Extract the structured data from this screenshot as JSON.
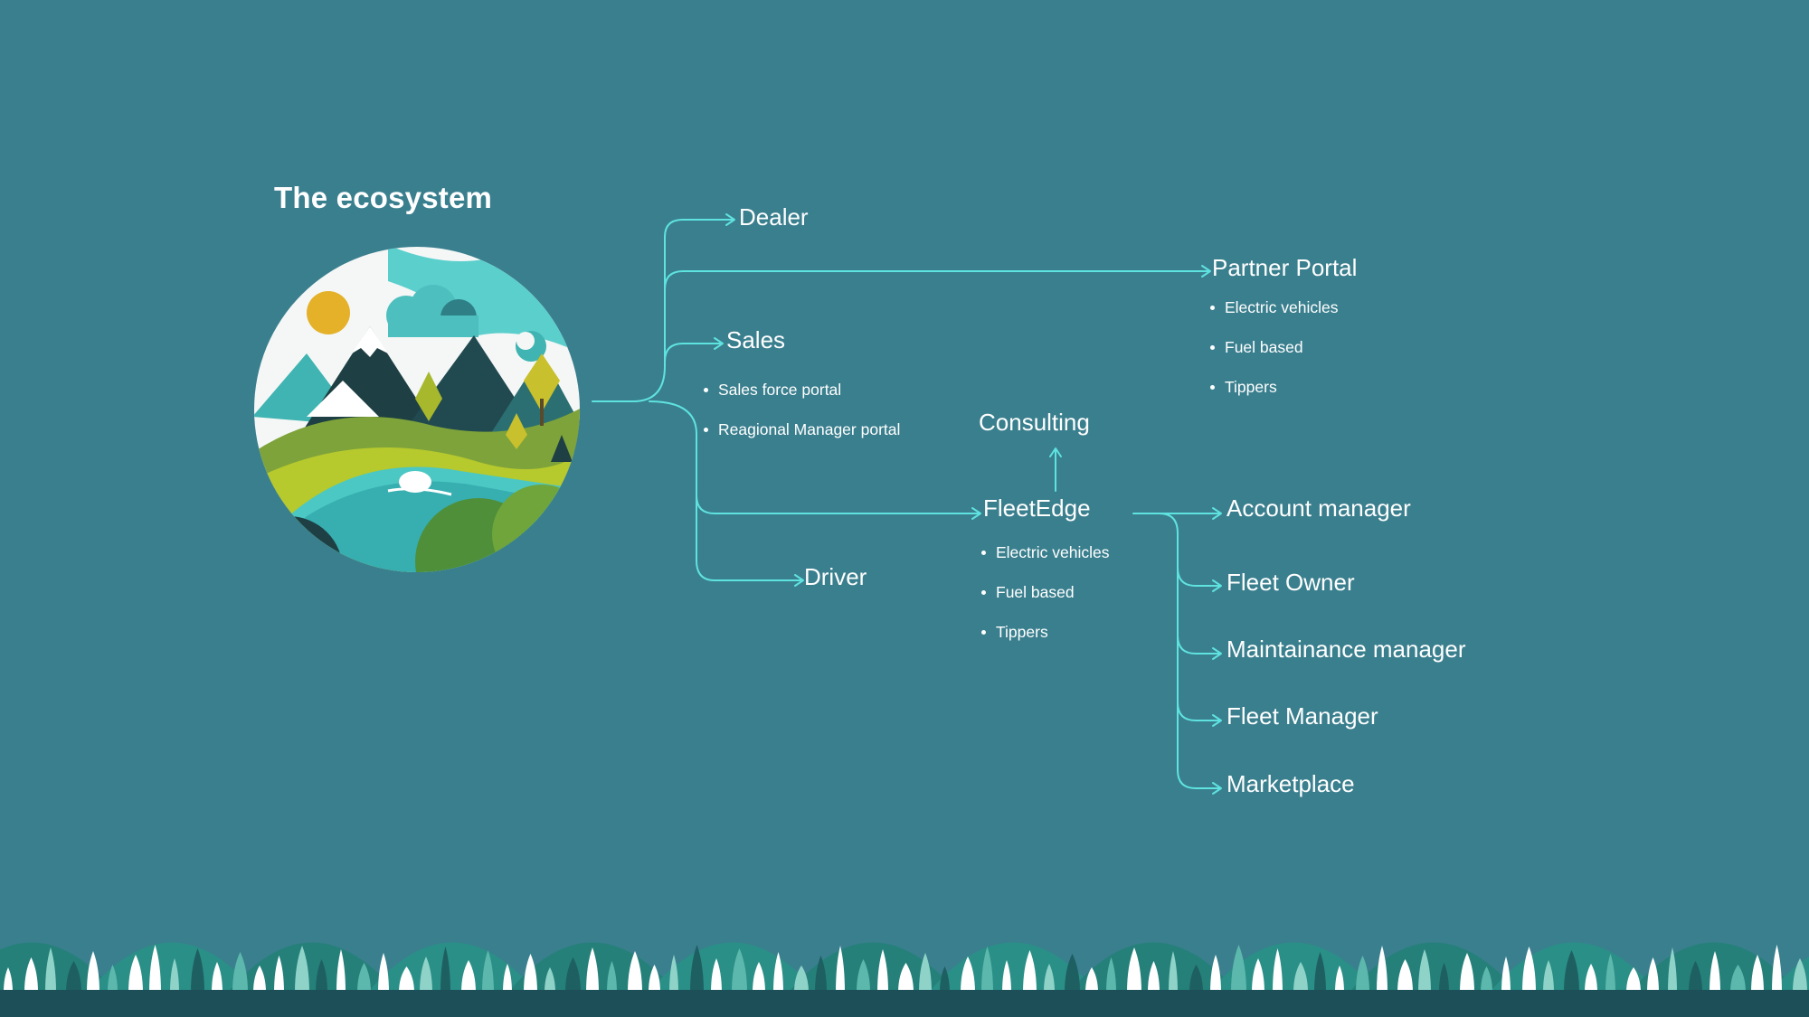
{
  "title": "The ecosystem",
  "nodes": {
    "dealer": "Dealer",
    "partner_portal": "Partner Portal",
    "sales": "Sales",
    "consulting": "Consulting",
    "fleetedge": "FleetEdge",
    "driver": "Driver",
    "account_manager": "Account manager",
    "fleet_owner": "Fleet Owner",
    "maintainance_manager": "Maintainance manager",
    "fleet_manager": "Fleet Manager",
    "marketplace": "Marketplace"
  },
  "partner_portal_items": [
    "Electric vehicles",
    "Fuel based",
    "Tippers"
  ],
  "sales_items": [
    "Sales force portal",
    "Reagional Manager portal"
  ],
  "fleetedge_items": [
    "Electric vehicles",
    "Fuel based",
    "Tippers"
  ],
  "colors": {
    "background": "#3a7f8e",
    "connector": "#5fe3e0",
    "text": "#ffffff",
    "forest_dark": "#1c4f58",
    "forest_teal": "#2a8f87"
  },
  "icons": {
    "illustration": "landscape-circle-illustration",
    "footer": "pine-forest-footer"
  }
}
